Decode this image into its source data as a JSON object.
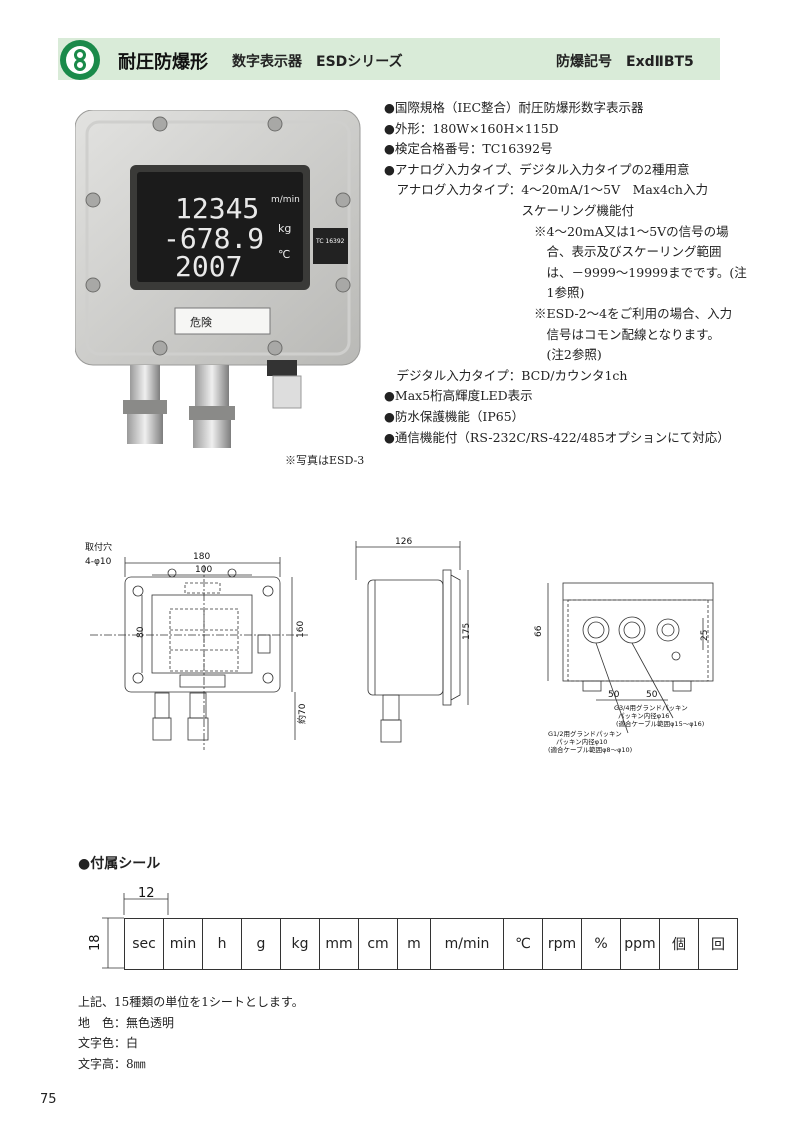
{
  "header": {
    "title": "耐圧防爆形",
    "subtitle": "数字表示器　ESDシリーズ",
    "rating": "防爆記号　ExdⅡBT5"
  },
  "photo": {
    "display_lines": [
      "12345",
      "-678.9",
      "2007"
    ],
    "units": [
      "m/min",
      "kg",
      "℃"
    ],
    "cert": "TC 16392",
    "danger": "危険",
    "caption": "※写真はESD-3"
  },
  "specs": [
    "●国際規格（IEC整合）耐圧防爆形数字表示器",
    "●外形：180W×160H×115D",
    "●検定合格番号：TC16392号",
    "●アナログ入力タイプ、デジタル入力タイプの2種用意",
    "　アナログ入力タイプ：4～20mA/1～5V　Max4ch入力",
    "　　　　　　　　　　　スケーリング機能付",
    "　　　　　　　　　　　　※4～20mA又は1～5Vの信号の場",
    "　　　　　　　　　　　　　合、表示及びスケーリング範囲",
    "　　　　　　　　　　　　　は、－9999～19999までです。(注",
    "　　　　　　　　　　　　　1参照)",
    "　　　　　　　　　　　　※ESD-2～4をご利用の場合、入力",
    "　　　　　　　　　　　　　信号はコモン配線となります。",
    "　　　　　　　　　　　　　(注2参照)",
    "　デジタル入力タイプ：BCD/カウンタ1ch",
    "●Max5桁高輝度LED表示",
    "●防水保護機能（IP65）",
    "●通信機能付（RS-232C/RS-422/485オプションにて対応）"
  ],
  "drawing": {
    "mount_hole": "取付穴",
    "mount_hole_dia": "4-φ10",
    "w_outer": "180",
    "w_inner": "100",
    "h_inner": "80",
    "h_outer": "160",
    "cable_len": "約70",
    "depth": "126",
    "side_h": "175",
    "bottom_h": "66",
    "pitch1": "50",
    "pitch2": "50",
    "right_h": "25",
    "gland_small": [
      "G1/2用グランドパッキン",
      "パッキン内径φ10",
      "(適合ケーブル範囲φ8～φ10)"
    ],
    "gland_large": [
      "G3/4用グランドパッキン",
      "パッキン内径φ16",
      "(適合ケーブル範囲φ15～φ16)"
    ]
  },
  "seal": {
    "title": "●付属シール",
    "width_dim": "12",
    "height_dim": "18",
    "units": [
      "sec",
      "min",
      "h",
      "g",
      "kg",
      "mm",
      "cm",
      "m",
      "m/min",
      "℃",
      "rpm",
      "%",
      "ppm",
      "個",
      "回"
    ]
  },
  "notes": [
    "上記、15種類の単位を1シートとします。",
    "地　色：無色透明",
    "文字色：白",
    "文字高：8㎜"
  ],
  "page_number": "75",
  "colors": {
    "header_band": "#d9ebd8",
    "logo_green": "#1a8a4a",
    "display_bg": "#1b1b1b",
    "display_digits": "#e9e9e9"
  }
}
